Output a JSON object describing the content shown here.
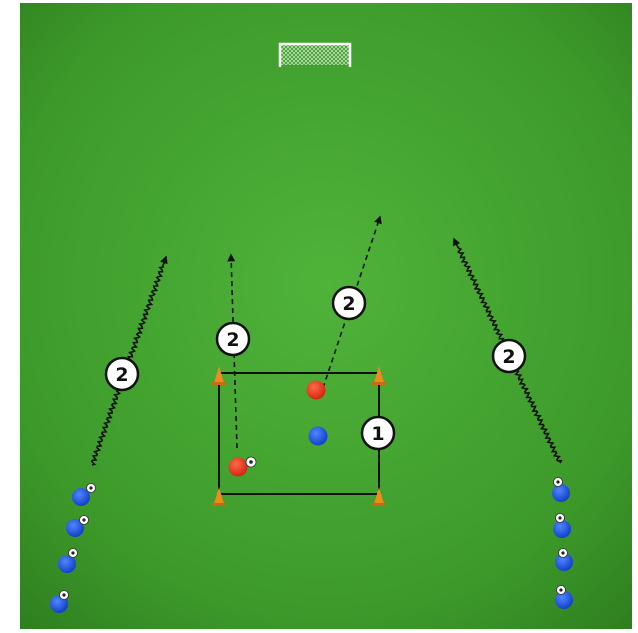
{
  "diagram": {
    "colors": {
      "grass_light": "#4fb33a",
      "grass_dark": "#2f7d1f",
      "red_player": "#e8321e",
      "blue_player": "#1e52e0",
      "cone": "#f08a1c",
      "line": "#1a1a1a",
      "goal": "#ffffff"
    },
    "icons": [
      "goal-icon",
      "cone-icon",
      "ball-icon",
      "player-red",
      "player-blue"
    ],
    "phase_labels": {
      "grid": "1",
      "attack_center_left": "2",
      "attack_center_right": "2",
      "attack_left": "2",
      "attack_right": "2"
    }
  }
}
